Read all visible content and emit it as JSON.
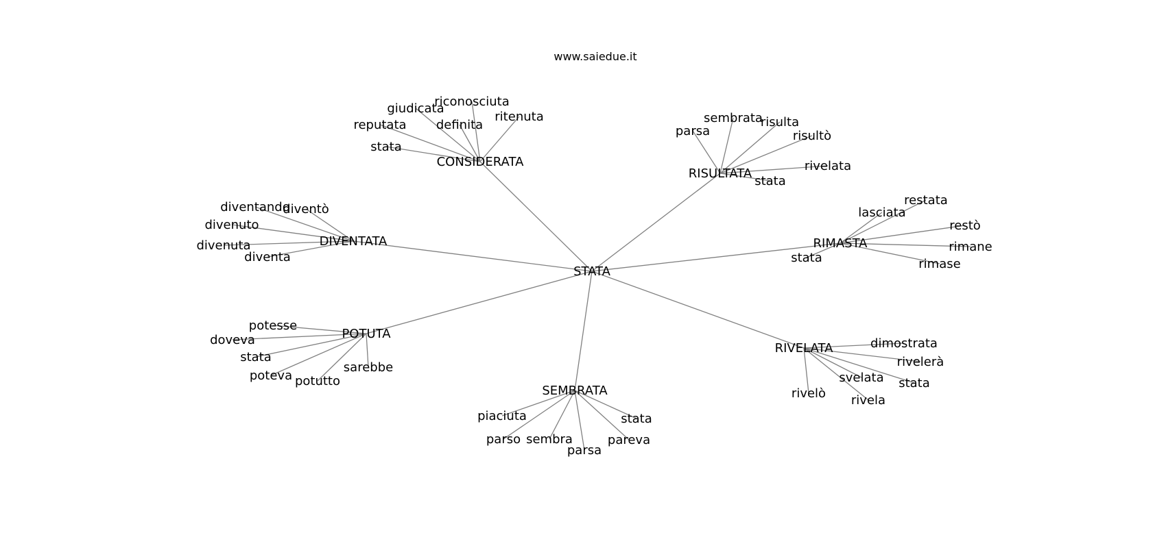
{
  "title": "www.saiedue.it",
  "center": "STATA",
  "clusters": [
    {
      "hub": "CONSIDERATA",
      "leaves": [
        "riconosciuta",
        "giudicata",
        "definita",
        "ritenuta",
        "reputata",
        "stata"
      ]
    },
    {
      "hub": "RISULTATA",
      "leaves": [
        "sembrata",
        "risulta",
        "parsa",
        "risultò",
        "rivelata",
        "stata"
      ]
    },
    {
      "hub": "DIVENTATA",
      "leaves": [
        "diventando",
        "diventò",
        "divenuto",
        "divenuta",
        "diventa"
      ]
    },
    {
      "hub": "RIMASTA",
      "leaves": [
        "restata",
        "lasciata",
        "restò",
        "rimane",
        "stata",
        "rimase"
      ]
    },
    {
      "hub": "POTUTA",
      "leaves": [
        "potesse",
        "doveva",
        "stata",
        "sarebbe",
        "poteva",
        "potutto"
      ]
    },
    {
      "hub": "RIVELATA",
      "leaves": [
        "dimostrata",
        "rivelerà",
        "svelata",
        "stata",
        "rivelò",
        "rivela"
      ]
    },
    {
      "hub": "SEMBRATA",
      "leaves": [
        "piaciuta",
        "stata",
        "parso",
        "sembra",
        "pareva",
        "parsa"
      ]
    }
  ]
}
